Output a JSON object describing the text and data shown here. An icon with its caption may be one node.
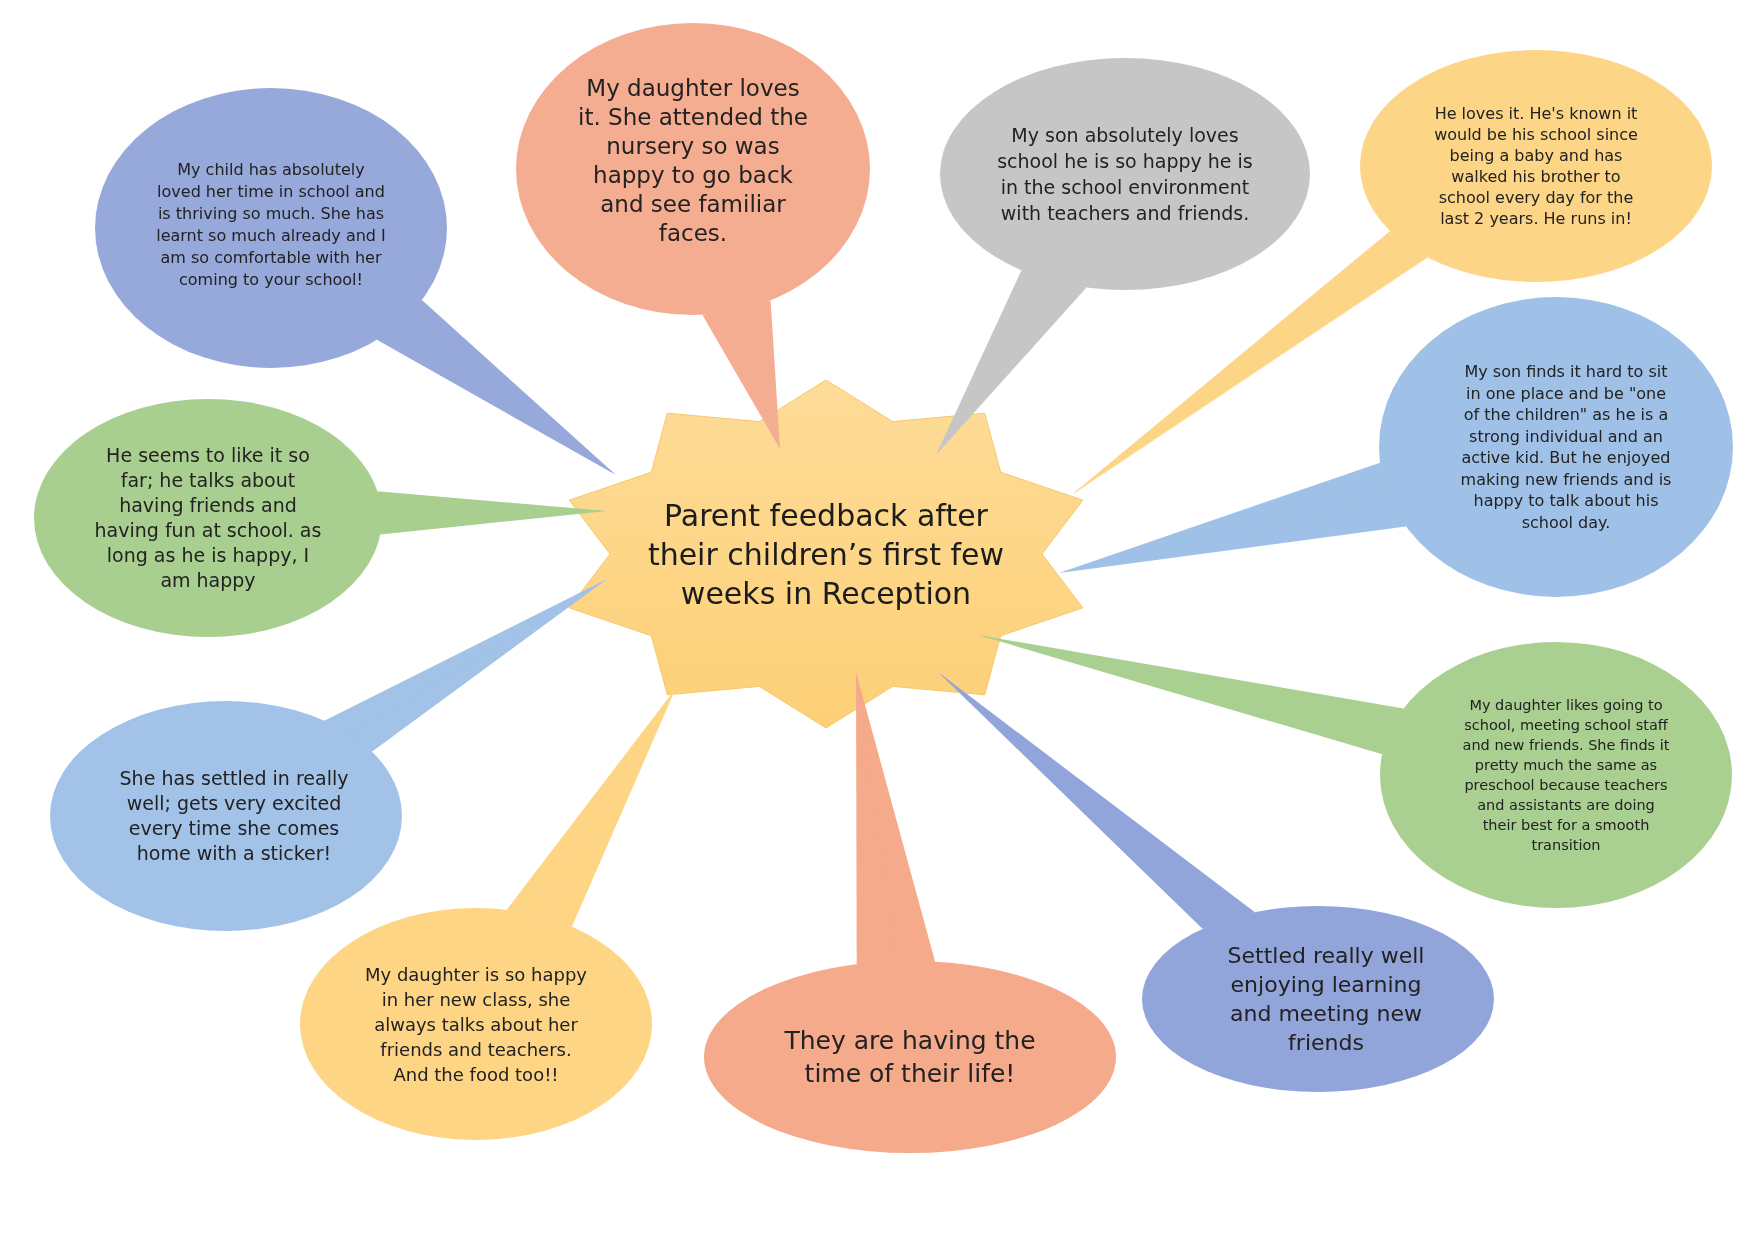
{
  "diagram": {
    "nodes": [
      {
        "text": [
          "Parent feedback after their children’s first few weeks in Reception"
        ]
      },
      {
        "text": [
          "My child has absolutely loved her time in school and is thriving so much. She has learnt so much already and I am so comfortable with her coming to your school!"
        ]
      },
      {
        "text": [
          "My daughter loves it. She attended the nursery so was happy to go back and see familiar faces."
        ]
      },
      {
        "text": [
          "My son absolutely loves school he is so happy he is in the school environment with teachers and friends."
        ]
      },
      {
        "text": [
          "He loves it. He's known it would be his school since being a baby and has walked his brother to school every day for the last 2 years. He runs in!"
        ]
      },
      {
        "text": [
          "He seems to like it so far; he talks about having friends and having fun at school. as long as he is happy, I am happy"
        ]
      },
      {
        "text": [
          "My son finds it hard to sit in one place and be \"one of the children\" as he is a strong individual and an active kid. But he enjoyed making new friends and is happy to talk about his school day."
        ]
      },
      {
        "text": [
          "She has settled in really well; gets very excited every time she comes home with a sticker!"
        ]
      },
      {
        "text": [
          "My daughter likes going to school, meeting school staff and new friends. She finds it pretty much the same as preschool because teachers and assistants are doing their best for a smooth transition"
        ]
      },
      {
        "text": [
          "My daughter is so happy in her new class, she always talks about her friends and teachers. And the food too!!"
        ]
      },
      {
        "text": [
          "They are having the time of their life!"
        ]
      },
      {
        "text": [
          "Settled really well enjoying learning and meeting new friends"
        ]
      }
    ],
    "edges": [
      {
        "from": 1,
        "to": 0,
        "arrow": "none",
        "color": "#97a9db"
      },
      {
        "from": 2,
        "to": 0,
        "arrow": "none",
        "color": "#f5ad91"
      },
      {
        "from": 3,
        "to": 0,
        "arrow": "none",
        "color": "#c6c6c6"
      },
      {
        "from": 4,
        "to": 0,
        "arrow": "none",
        "color": "#fdd587"
      },
      {
        "from": 5,
        "to": 0,
        "arrow": "none",
        "color": "#a9cf90"
      },
      {
        "from": 6,
        "to": 0,
        "arrow": "none",
        "color": "#a0c1e7"
      },
      {
        "from": 7,
        "to": 0,
        "arrow": "none",
        "color": "#a2c2e8"
      },
      {
        "from": 8,
        "to": 0,
        "arrow": "none",
        "color": "#aad091"
      },
      {
        "from": 9,
        "to": 0,
        "arrow": "none",
        "color": "#fdd585"
      },
      {
        "from": 10,
        "to": 0,
        "arrow": "none",
        "color": "#f5aa8b"
      },
      {
        "from": 11,
        "to": 0,
        "arrow": "none",
        "color": "#92a5da"
      }
    ]
  }
}
